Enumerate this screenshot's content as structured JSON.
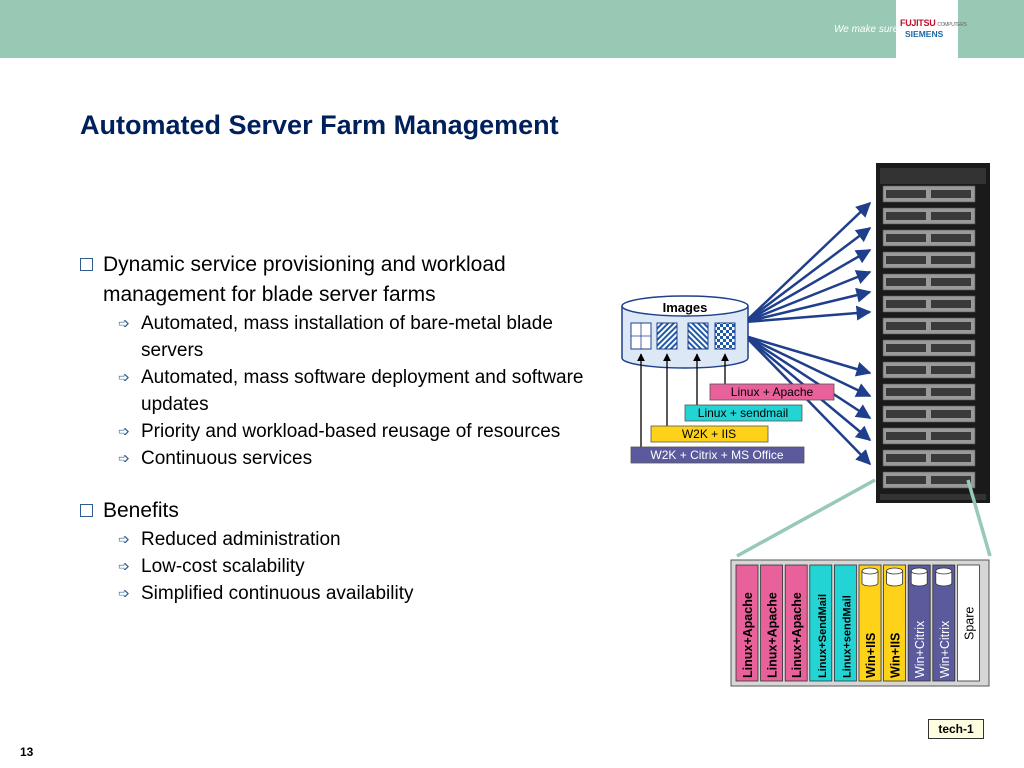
{
  "header": {
    "tagline": "We make sure",
    "logo_line1": "FUJITSU",
    "logo_line1_small": "COMPUTERS",
    "logo_line2": "SIEMENS"
  },
  "title": "Automated Server Farm Management",
  "bullets": [
    {
      "text": "Dynamic service provisioning and workload management for blade server farms",
      "subs": [
        "Automated, mass installation of bare-metal blade servers",
        "Automated, mass software deployment and software updates",
        "Priority and workload-based reusage of resources",
        "Continuous services"
      ]
    },
    {
      "text": "Benefits",
      "subs": [
        "Reduced administration",
        "Low-cost scalability",
        "Simplified continuous availability"
      ]
    }
  ],
  "diagram": {
    "images_label": "Images",
    "image_labels": [
      "Linux + Apache",
      "Linux + sendmail",
      "W2K + IIS",
      "W2K + Citrix + MS Office"
    ],
    "blades": [
      "Linux+Apache",
      "Linux+Apache",
      "Linux+Apache",
      "Linux+SendMail",
      "Linux+sendMail",
      "Win+IIS",
      "Win+IIS",
      "Win+Citrix",
      "Win+Citrix",
      "Spare"
    ]
  },
  "colors": {
    "header": "#97c9b5",
    "title": "#00205b",
    "linux_apache": "#e8619a",
    "linux_sendmail": "#22d4d4",
    "win_iis": "#ffd21a",
    "win_citrix": "#5a5a9c",
    "spare": "#ffffff"
  },
  "footer": {
    "tag": "tech-1",
    "page": "13"
  }
}
